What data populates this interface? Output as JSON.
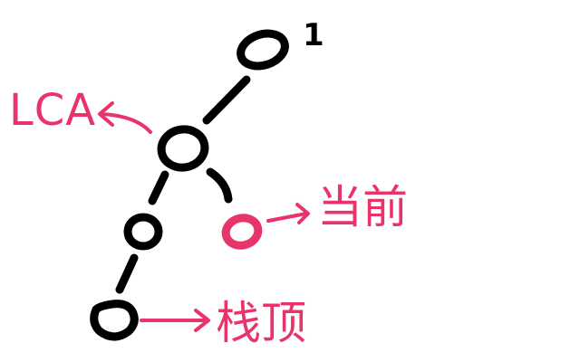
{
  "colors": {
    "ink": "#000000",
    "highlight": "#e8336b",
    "background": "#ffffff"
  },
  "diagram": {
    "root_label": "1",
    "lca_label": "LCA",
    "current_label": "当前",
    "stack_top_label": "栈顶"
  }
}
